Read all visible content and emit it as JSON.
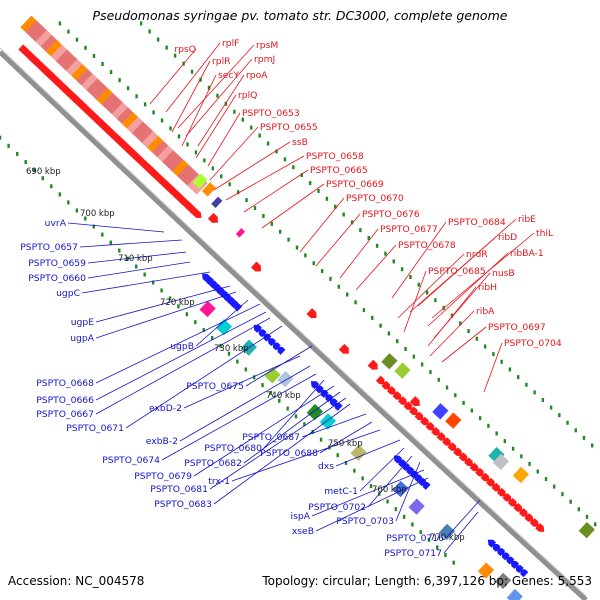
{
  "title": "Pseudomonas syringae pv. tomato str. DC3000, complete genome",
  "footer": {
    "accession": "Accession: NC_004578",
    "summary": "Topology: circular; Length: 6,397,126 bp; Genes: 5,553"
  },
  "colors": {
    "forward_label": "#e8141b",
    "reverse_label": "#1414c8",
    "backbone": "#909090",
    "gc_dot": "#1f8a1f",
    "forward_gene": "#ff1a1a",
    "reverse_gene": "#1a1aff"
  },
  "kbp_ticks": [
    "690 kbp",
    "700 kbp",
    "710 kbp",
    "720 kbp",
    "730 kbp",
    "740 kbp",
    "750 kbp",
    "760 kbp",
    "770 kbp"
  ],
  "forward_genes": [
    "rpsQ",
    "rplF",
    "rpsM",
    "rplR",
    "rpmJ",
    "secY",
    "rpoA",
    "rplQ",
    "PSPTO_0653",
    "PSPTO_0655",
    "ssB",
    "PSPTO_0658",
    "PSPTO_0665",
    "PSPTO_0669",
    "PSPTO_0670",
    "PSPTO_0676",
    "PSPTO_0677",
    "PSPTO_0678",
    "PSPTO_0684",
    "ribE",
    "ribD",
    "thiL",
    "nrdR",
    "ribBA-1",
    "PSPTO_0685",
    "nusB",
    "ribH",
    "ribA",
    "PSPTO_0697",
    "PSPTO_0704"
  ],
  "reverse_genes": [
    "uvrA",
    "PSPTO_0657",
    "PSPTO_0659",
    "PSPTO_0660",
    "ugpC",
    "ugpE",
    "ugpA",
    "ugpB",
    "PSPTO_0668",
    "PSPTO_0666",
    "PSPTO_0667",
    "PSPTO_0671",
    "PSPTO_0675",
    "exbD-2",
    "exbB-2",
    "PSPTO_0674",
    "PSPTO_0680",
    "PSPTO_0679",
    "PSPTO_0682",
    "PSPTO_0681",
    "PSPTO_0683",
    "PSPTO_0687",
    "PSPTO_0688",
    "trx-1",
    "dxs",
    "metC-1",
    "PSPTO_0702",
    "PSPTO_0703",
    "ispA",
    "xseB",
    "PSPTO_0716",
    "PSPTO_0717"
  ]
}
